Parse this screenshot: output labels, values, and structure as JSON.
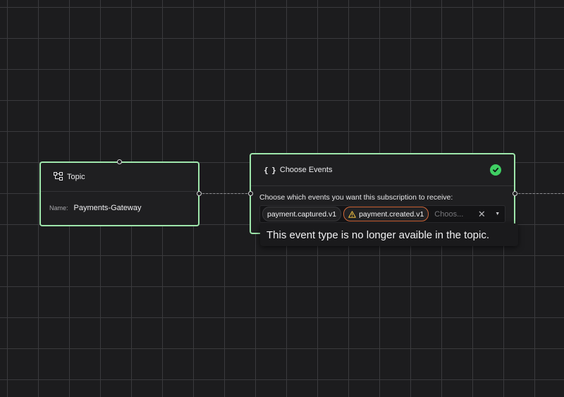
{
  "topic_node": {
    "title": "Topic",
    "icon": "topic-icon",
    "name_label": "Name:",
    "name_value": "Payments-Gateway"
  },
  "events_node": {
    "title": "Choose Events",
    "icon": "braces-icon",
    "status_icon": "check-circle-icon",
    "prompt": "Choose which events you want this subscription to receive:",
    "selected_events": [
      {
        "label": "payment.captured.v1",
        "warning": false
      },
      {
        "label": "payment.created.v1",
        "warning": true
      }
    ],
    "placeholder": "Choos...",
    "clear_glyph": "✕",
    "caret_glyph": "▼"
  },
  "tooltip": {
    "text": "This event type is no longer avaible in the topic."
  },
  "colors": {
    "node_border": "#9ee6ab",
    "success": "#3fcf63",
    "warning": "#d2683a",
    "canvas": "#1c1c1e",
    "grid": "#3a3a3d"
  }
}
